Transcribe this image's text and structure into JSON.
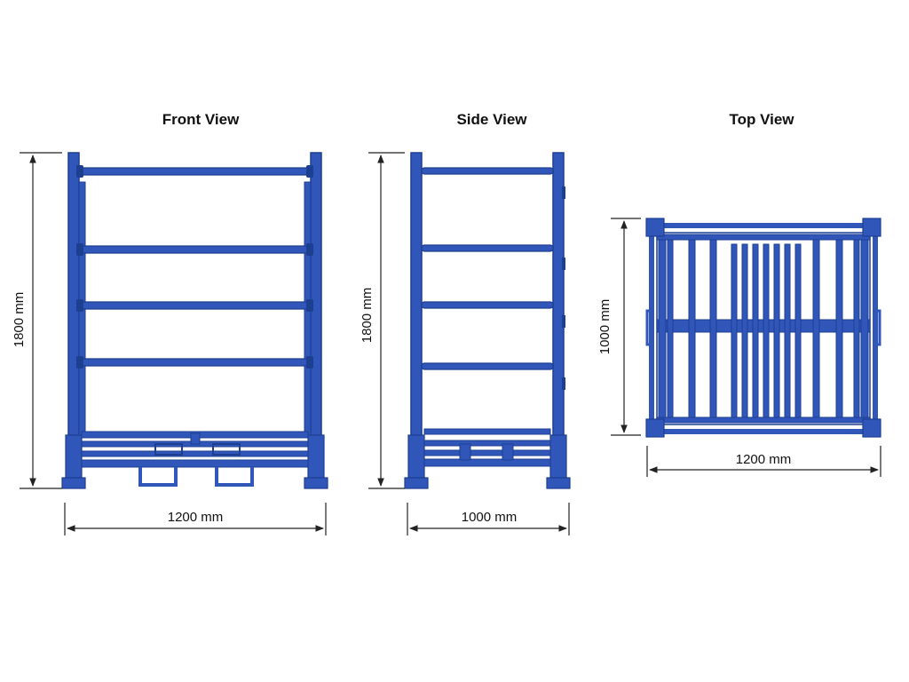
{
  "colors": {
    "frame": "#2f56b8",
    "frame_dark": "#1d3f92",
    "frame_light": "#5c84de",
    "dimension": "#222222",
    "background": "#ffffff"
  },
  "views": {
    "front": {
      "title": "Front View",
      "height_label": "1800 mm",
      "width_label": "1200 mm"
    },
    "side": {
      "title": "Side View",
      "height_label": "1800 mm",
      "width_label": "1000 mm"
    },
    "top": {
      "title": "Top View",
      "height_label": "1000 mm",
      "width_label": "1200 mm"
    }
  }
}
